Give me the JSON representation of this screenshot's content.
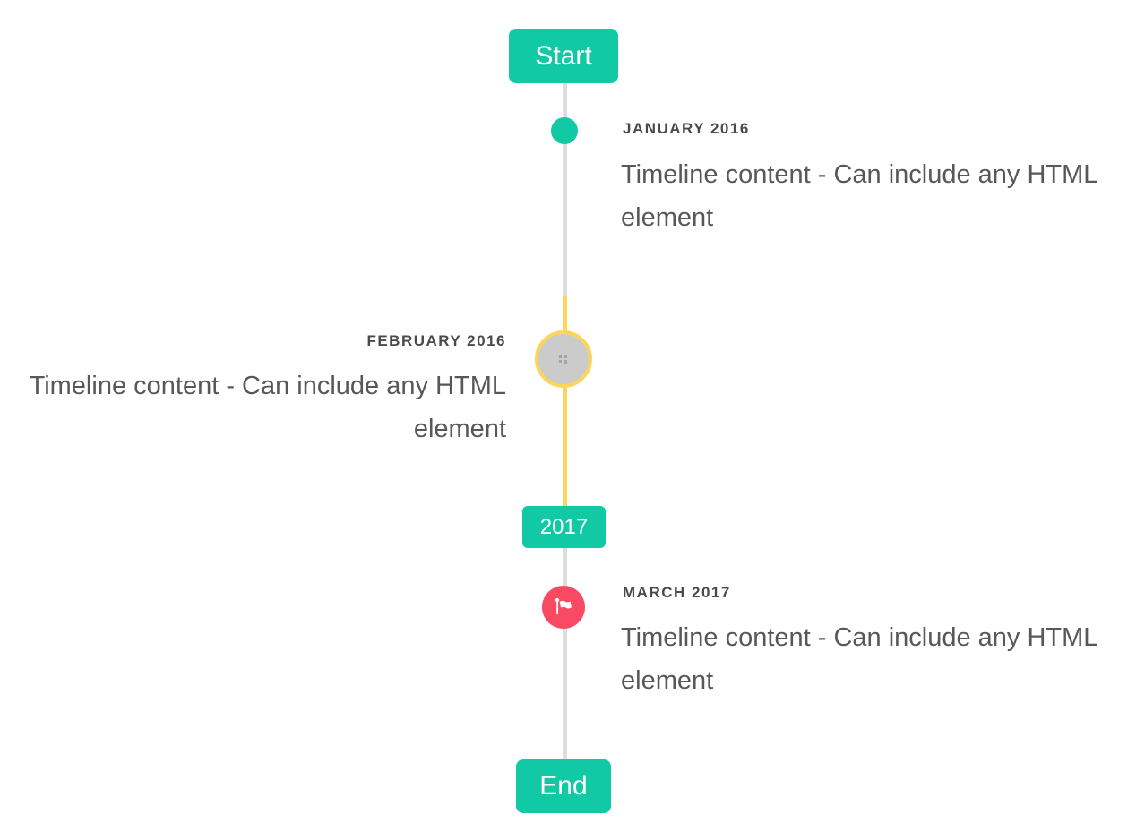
{
  "colors": {
    "accent_teal": "#12C9A6",
    "marker_red": "#F94A63",
    "line_yellow": "#FBD55C",
    "line_gray": "#DEDEDE",
    "image_circle_fill": "#CBCBCB",
    "title_text": "#4A4A4C",
    "content_text": "#58585B",
    "badge_text": "#FFFFFF"
  },
  "timeline": {
    "start_flag": "Start",
    "year_flag": "2017",
    "end_flag": "End",
    "items": [
      {
        "title": "JANUARY 2016",
        "content": "Timeline content - Can include any HTML element",
        "side": "right",
        "marker": "teal-dot"
      },
      {
        "title": "FEBRUARY 2016",
        "content": "Timeline content - Can include any HTML element",
        "side": "left",
        "marker": "broken-image-circle"
      },
      {
        "title": "MARCH 2017",
        "content": "Timeline content - Can include any HTML element",
        "side": "right",
        "marker": "flag-circle"
      }
    ]
  }
}
